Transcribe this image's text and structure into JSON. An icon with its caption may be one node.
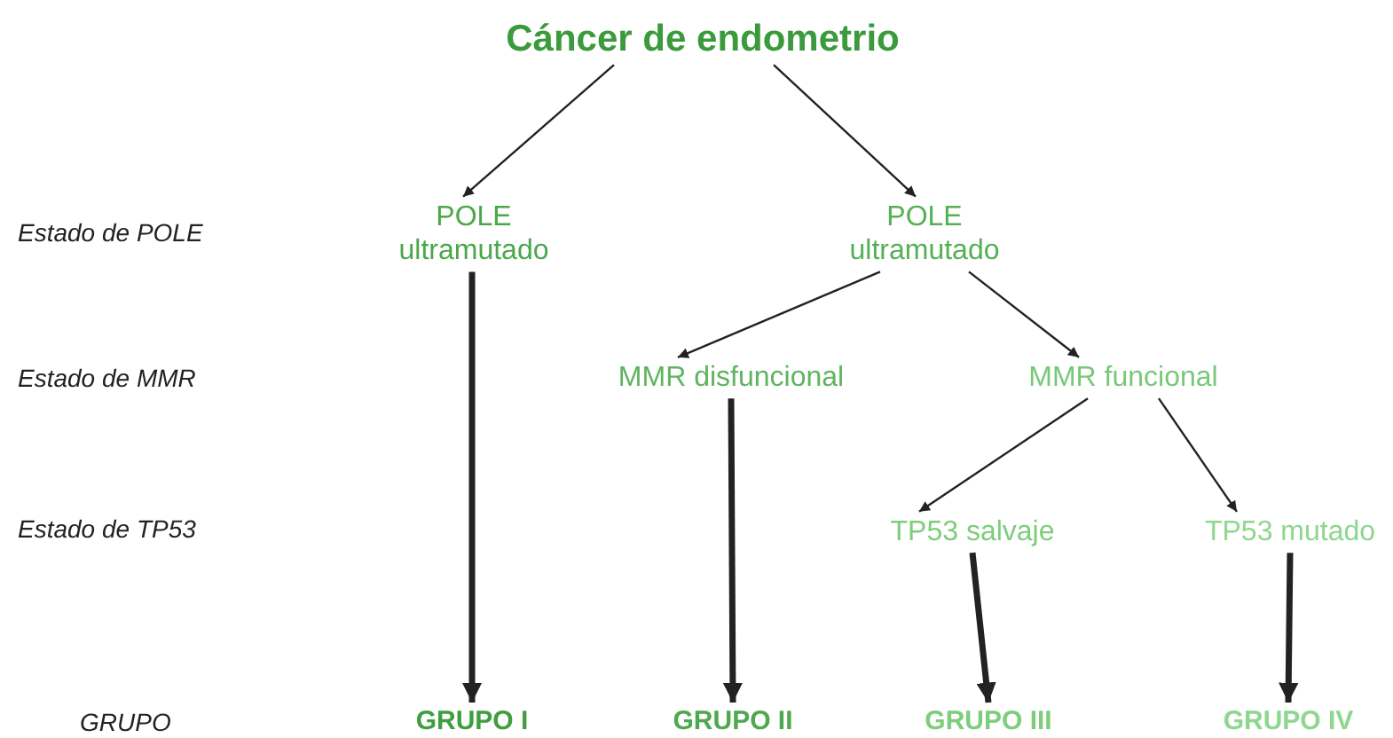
{
  "diagram": {
    "nodes": [
      {
        "text": [
          "Cáncer de endometrio"
        ]
      },
      {
        "text": [
          "POLE ultramutado"
        ]
      },
      {
        "text": [
          "POLE ultramutado"
        ]
      },
      {
        "text": [
          "MMR disfuncional"
        ]
      },
      {
        "text": [
          "MMR funcional"
        ]
      },
      {
        "text": [
          "TP53 salvaje"
        ]
      },
      {
        "text": [
          "TP53 mutado"
        ]
      },
      {
        "text": [
          "GRUPO I"
        ]
      },
      {
        "text": [
          "GRUPO II"
        ]
      },
      {
        "text": [
          "GRUPO III"
        ]
      },
      {
        "text": [
          "GRUPO IV"
        ]
      }
    ],
    "edges": [
      {
        "from": 0,
        "to": 1,
        "arrow": "to"
      },
      {
        "from": 0,
        "to": 2,
        "arrow": "to"
      },
      {
        "from": 2,
        "to": 3,
        "arrow": "to"
      },
      {
        "from": 2,
        "to": 4,
        "arrow": "to"
      },
      {
        "from": 4,
        "to": 5,
        "arrow": "to"
      },
      {
        "from": 4,
        "to": 6,
        "arrow": "to"
      },
      {
        "from": 1,
        "to": 7,
        "arrow": "to",
        "style": "thick"
      },
      {
        "from": 3,
        "to": 8,
        "arrow": "to",
        "style": "thick"
      },
      {
        "from": 5,
        "to": 9,
        "arrow": "to",
        "style": "thick"
      },
      {
        "from": 6,
        "to": 10,
        "arrow": "to",
        "style": "thick"
      }
    ],
    "labels": [
      "Estado de POLE",
      "Estado de MMR",
      "Estado de TP53",
      "GRUPO"
    ]
  }
}
